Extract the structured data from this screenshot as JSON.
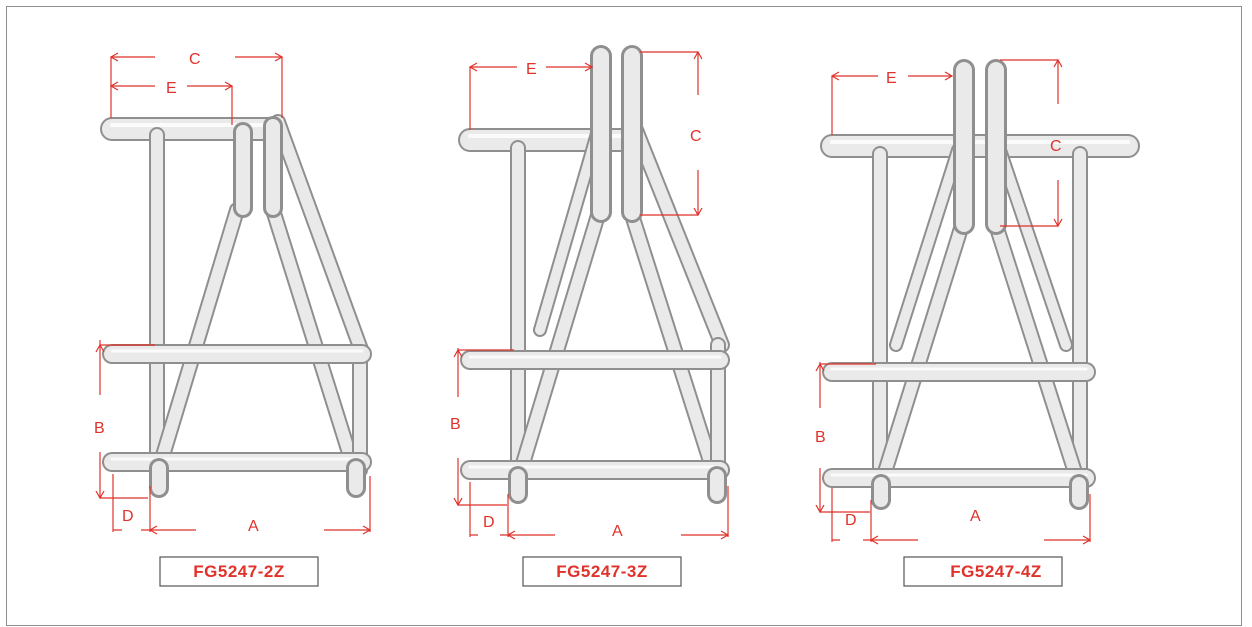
{
  "figure": {
    "dimension_letters": [
      "A",
      "B",
      "C",
      "D",
      "E"
    ],
    "models": [
      {
        "id": "FG5247-2Z",
        "label": "FG5247-2Z",
        "labels": {
          "A": "A",
          "B": "B",
          "C": "C",
          "D": "D",
          "E": "E"
        }
      },
      {
        "id": "FG5247-3Z",
        "label": "FG5247-3Z",
        "labels": {
          "A": "A",
          "B": "B",
          "C": "C",
          "D": "D",
          "E": "E"
        }
      },
      {
        "id": "FG5247-4Z",
        "label": "FG5247-4Z",
        "labels": {
          "A": "A",
          "B": "B",
          "C": "C",
          "D": "D",
          "E": "E"
        }
      }
    ]
  },
  "colors": {
    "dimension": "#e0322b",
    "tube_outline": "#8f8f8f",
    "tube_fill": "#eaeaea",
    "frame": "#8e8e8e",
    "label_box_border": "#555555"
  }
}
